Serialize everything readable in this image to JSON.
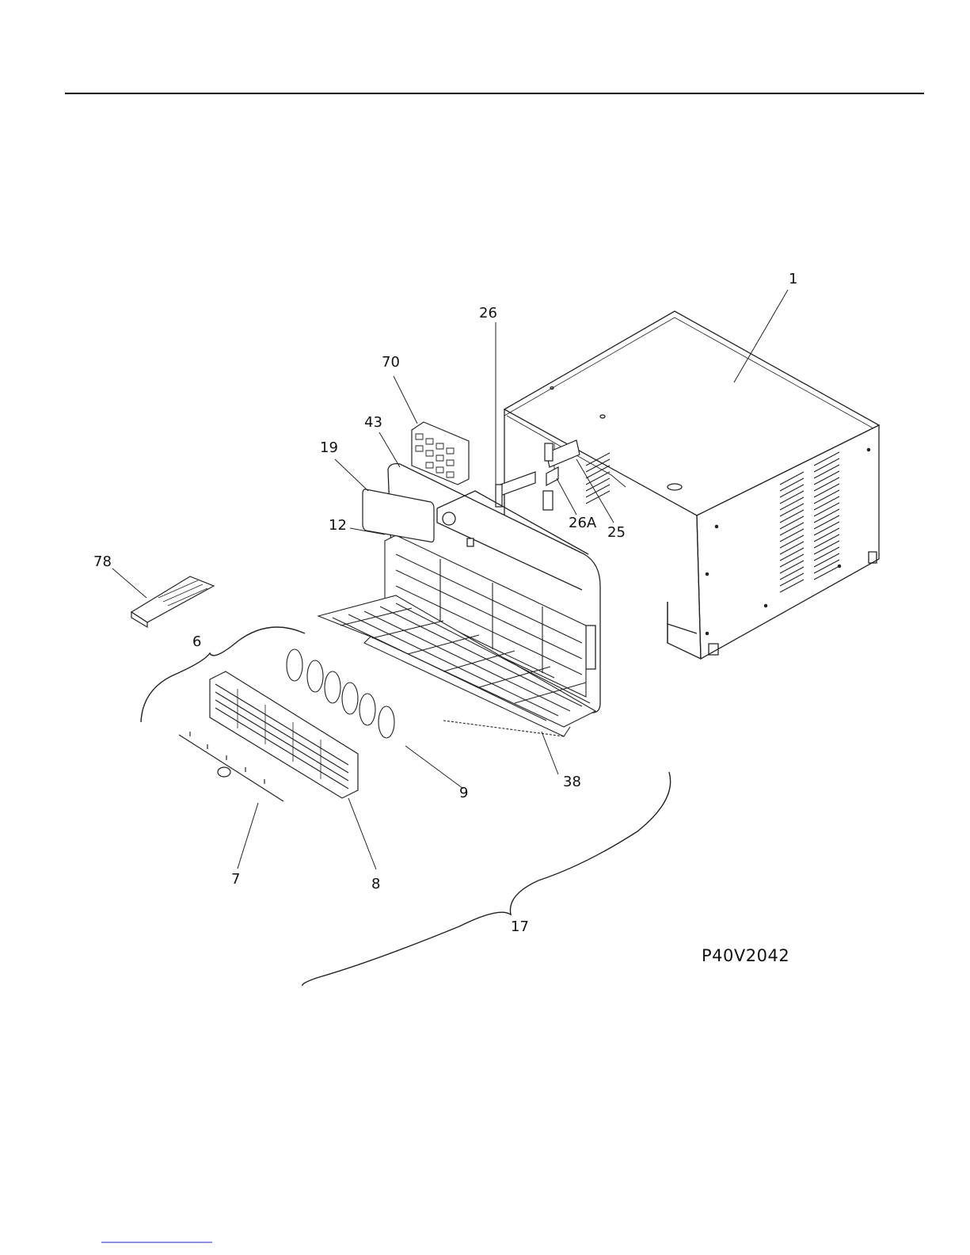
{
  "diagram": {
    "model_code": "P40V2042",
    "callouts": [
      {
        "id": "1",
        "label": "1"
      },
      {
        "id": "26",
        "label": "26"
      },
      {
        "id": "70",
        "label": "70"
      },
      {
        "id": "43",
        "label": "43"
      },
      {
        "id": "19",
        "label": "19"
      },
      {
        "id": "12",
        "label": "12"
      },
      {
        "id": "26A",
        "label": "26A"
      },
      {
        "id": "25",
        "label": "25"
      },
      {
        "id": "78",
        "label": "78"
      },
      {
        "id": "6",
        "label": "6"
      },
      {
        "id": "38",
        "label": "38"
      },
      {
        "id": "9",
        "label": "9"
      },
      {
        "id": "7",
        "label": "7"
      },
      {
        "id": "8",
        "label": "8"
      },
      {
        "id": "17",
        "label": "17"
      }
    ]
  }
}
